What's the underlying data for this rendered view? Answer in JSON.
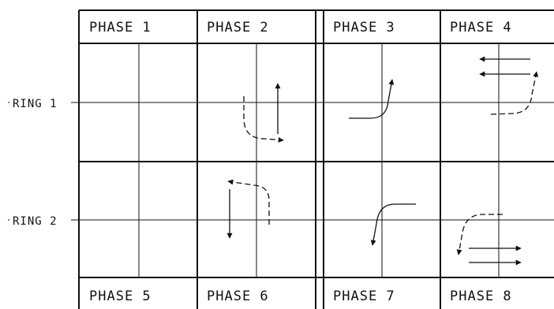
{
  "phases_top": [
    "PHASE 1",
    "PHASE 2",
    "PHASE 3",
    "PHASE 4"
  ],
  "phases_bottom": [
    "PHASE 5",
    "PHASE 6",
    "PHASE 7",
    "PHASE 8"
  ],
  "rings": [
    "RING 1",
    "RING 2"
  ],
  "cells": {
    "ring1": [
      {
        "phase": "PHASE 1",
        "movements": []
      },
      {
        "phase": "PHASE 2",
        "movements": [
          "through-northbound",
          "left-turn-permissive"
        ]
      },
      {
        "phase": "PHASE 3",
        "movements": [
          "left-turn-protected"
        ]
      },
      {
        "phase": "PHASE 4",
        "movements": [
          "through-westbound",
          "through-westbound",
          "left-turn-permissive"
        ]
      }
    ],
    "ring2": [
      {
        "phase": "PHASE 5",
        "movements": []
      },
      {
        "phase": "PHASE 6",
        "movements": [
          "through-southbound",
          "left-turn-permissive"
        ]
      },
      {
        "phase": "PHASE 7",
        "movements": [
          "left-turn-protected"
        ]
      },
      {
        "phase": "PHASE 8",
        "movements": [
          "through-eastbound",
          "through-eastbound",
          "left-turn-permissive"
        ]
      }
    ]
  }
}
